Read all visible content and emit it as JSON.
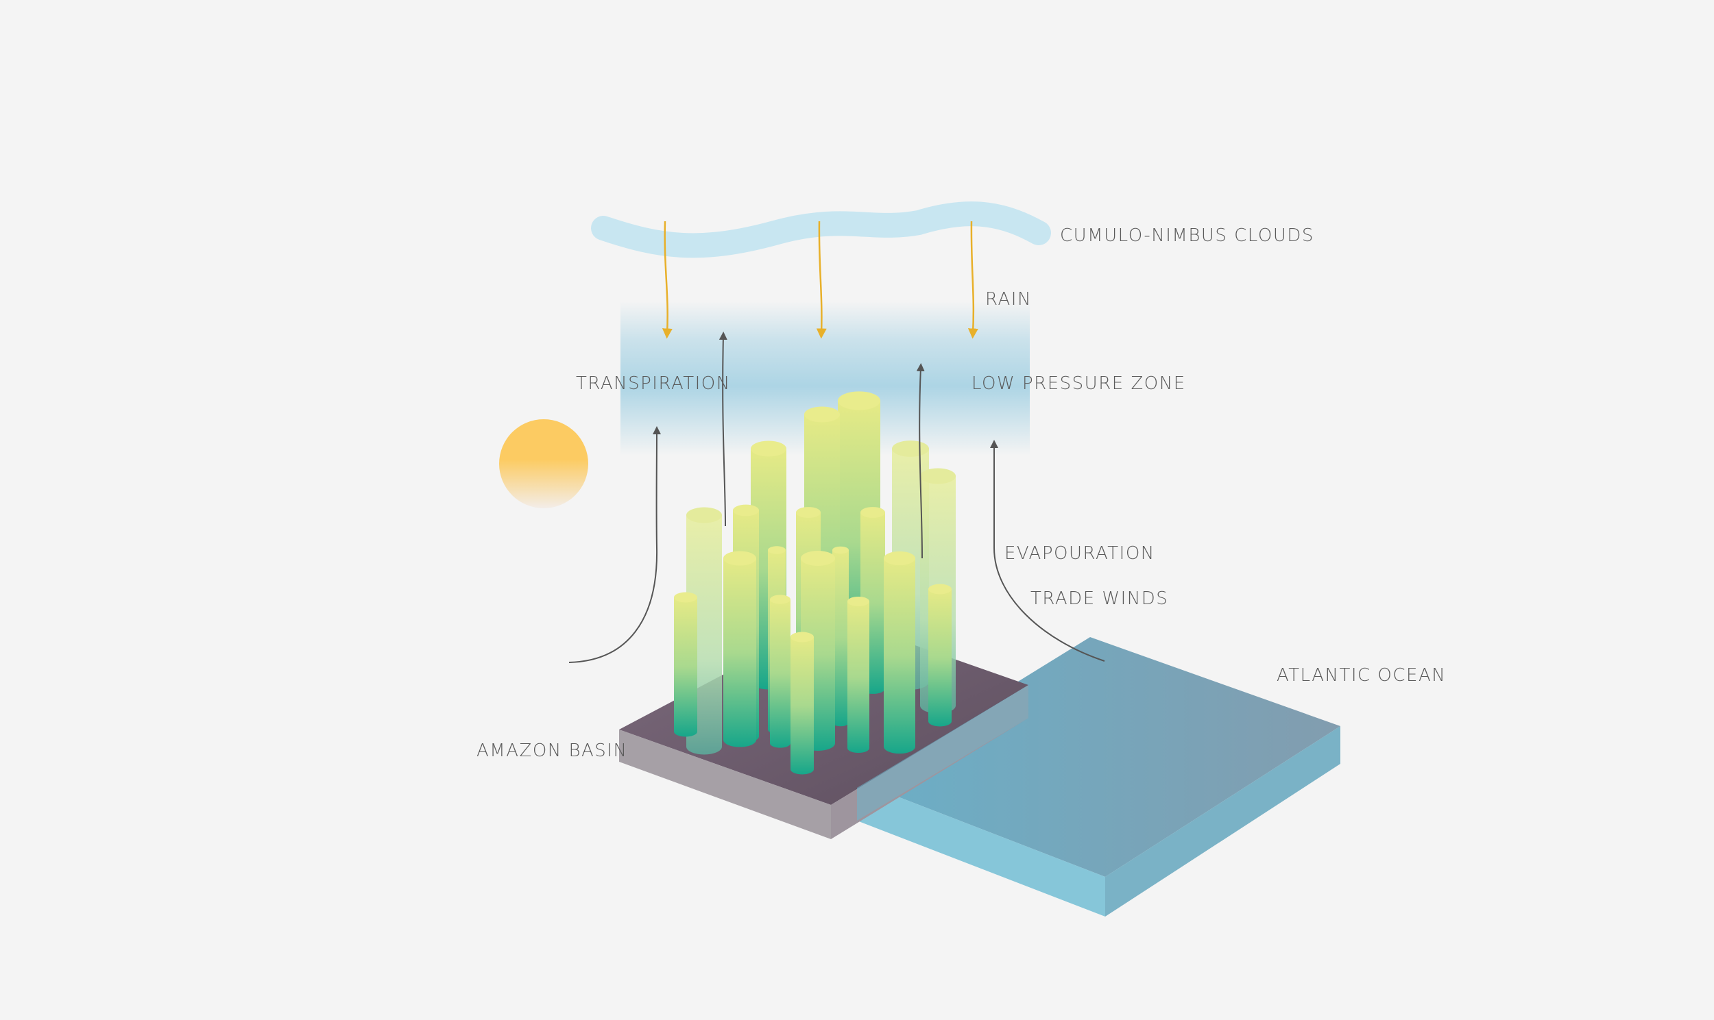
{
  "labels": {
    "clouds": "CUMULO-NIMBUS CLOUDS",
    "rain": "RAIN",
    "transpiration": "TRANSPIRATION",
    "low_pressure": "LOW PRESSURE ZONE",
    "evaporation": "EVAPOURATION",
    "trade_winds": "TRADE WINDS",
    "atlantic": "ATLANTIC OCEAN",
    "amazon": "AMAZON BASIN"
  },
  "colors": {
    "background": "#f4f4f4",
    "cloud": "#c8e6f1",
    "rain": "#e8b02a",
    "sun": "#fccb62",
    "land_top": "#6e5e6e",
    "land_side": "#a6a0a6",
    "ocean_top": "#6fa6bd",
    "ocean_front": "#86c6d9",
    "tree_top": "#e8ec8a",
    "tree_bottom": "#1aaa8c",
    "arrow": "#555555"
  },
  "icons": {
    "sun": "sun-icon",
    "cloud": "cloud-band-icon"
  }
}
